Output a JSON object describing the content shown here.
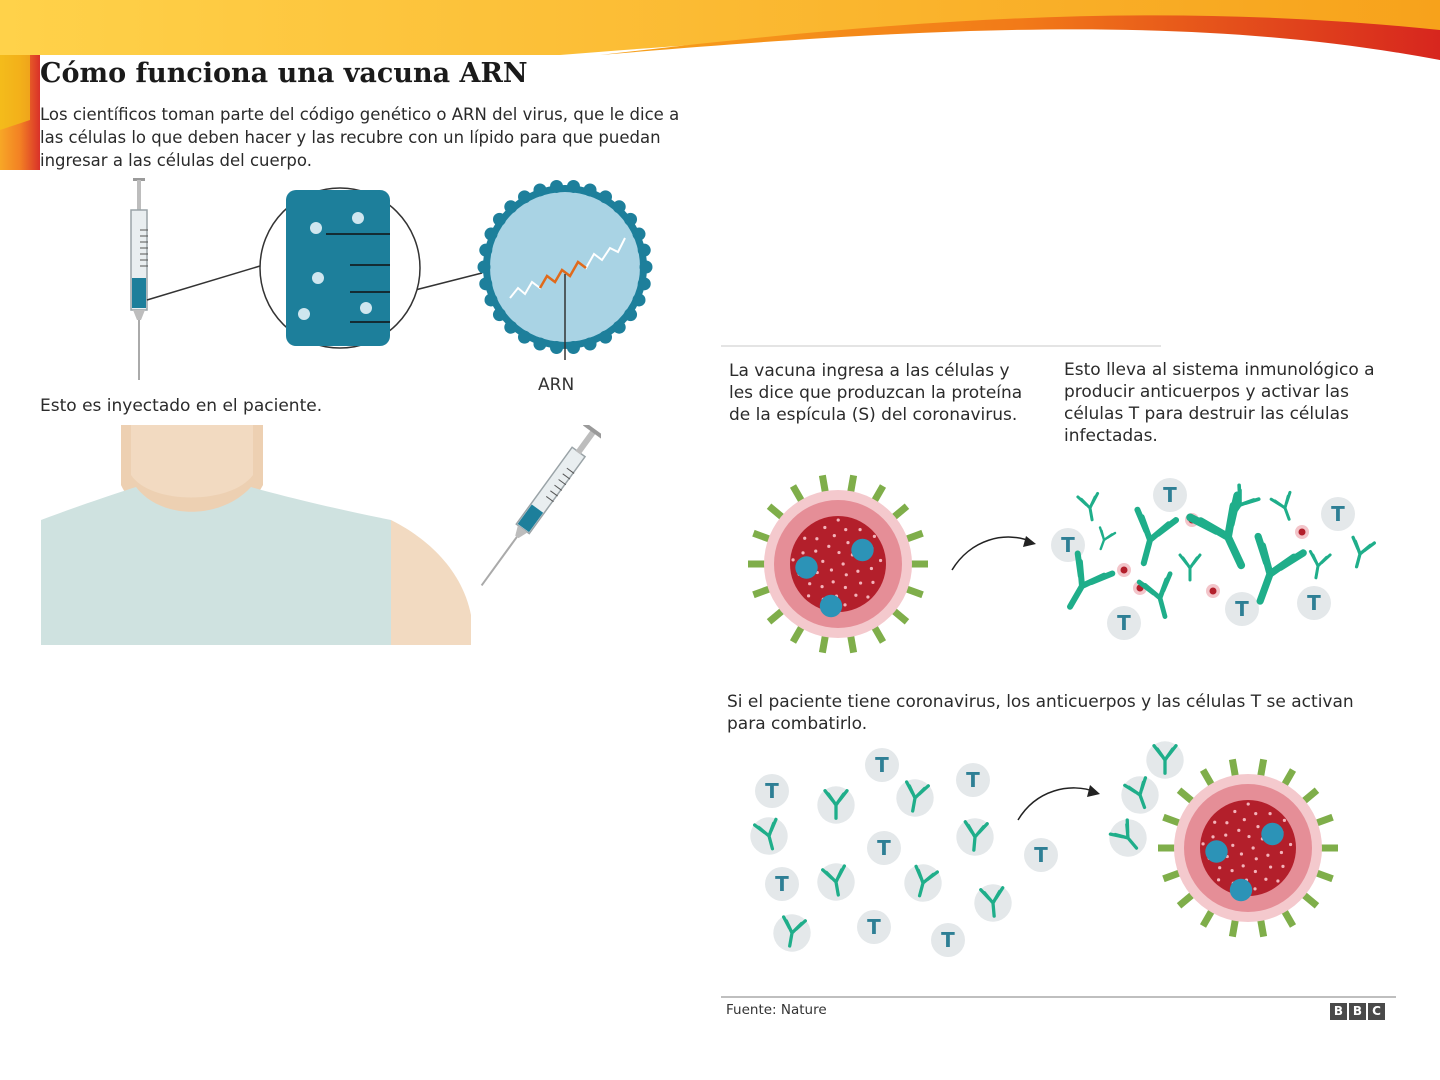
{
  "title": "Cómo funciona una vacuna ARN",
  "intro": "Los científicos toman parte del código genético o ARN del virus, que le dice a las células lo que deben hacer y las recubre con un lípido para que puedan ingresar a las células del cuerpo.",
  "arn_label": "ARN",
  "injection_caption": "Esto es inyectado en el paciente.",
  "step1_text": "La vacuna ingresa a las células y les dice que produzcan la proteína de la espícula (S) del coronavirus.",
  "step2_text": "Esto lleva al sistema inmunológico a producir anticuerpos y activar las células T para destruir las células infectadas.",
  "step3_text": "Si el paciente tiene coronavirus, los anticuerpos y las células T se activan para combatirlo.",
  "t_cell_letter": "T",
  "source": "Fuente: Nature",
  "brand": [
    "B",
    "B",
    "C"
  ],
  "colors": {
    "teal_dark": "#1d7f9b",
    "teal_light": "#9fcfe0",
    "virus_red": "#b31f2b",
    "spike_green": "#7fae4a",
    "antibody_green": "#1fae8a",
    "skin": "#f2dac1",
    "shirt": "#cfe2e0"
  }
}
